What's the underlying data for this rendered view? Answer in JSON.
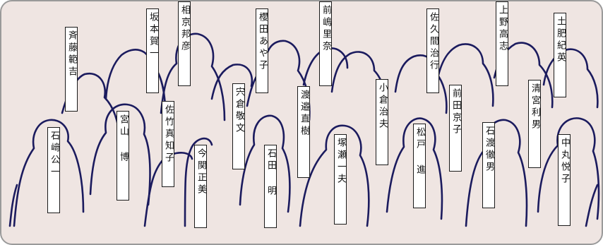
{
  "colors": {
    "panel_background": "#efe5e2",
    "panel_border": "#9a9a9a",
    "outline_stroke": "#1b1b5e",
    "tag_background": "#ffffff",
    "tag_border": "#1a1a1a"
  },
  "names": [
    "斉藤範吉",
    "坂本賀一",
    "相京邦彦",
    "櫻田あや子",
    "前嶋里奈",
    "佐久間治行",
    "上野高志",
    "土肥紀英",
    "石﨑公一",
    "宮山 博",
    "佐竹真知子",
    "今関正美",
    "宍倉敬文",
    "石田 明",
    "渡邉直樹",
    "塚瀬一夫",
    "小倉治夫",
    "松戸 進",
    "前田京子",
    "石渡徹男",
    "清宮利男",
    "中丸悦子"
  ]
}
